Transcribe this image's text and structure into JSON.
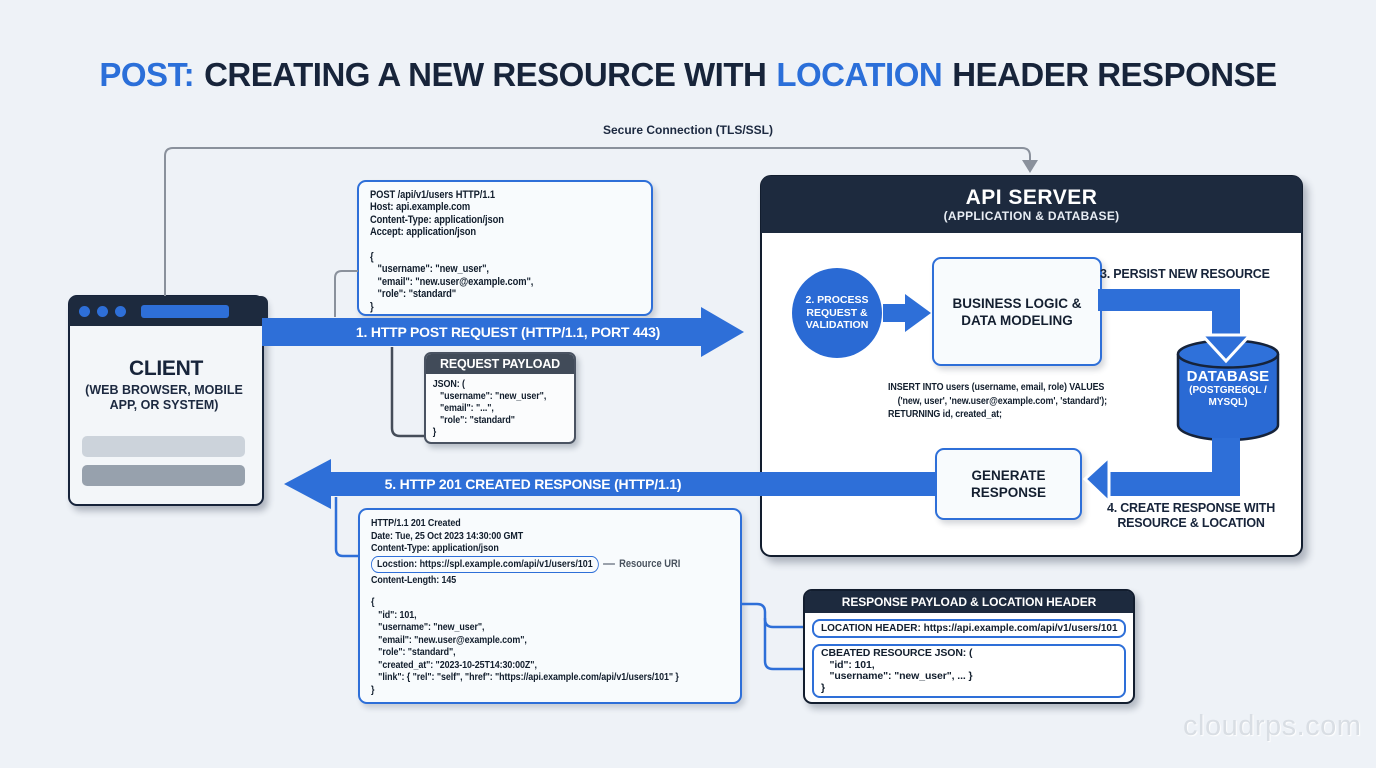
{
  "title": {
    "post": "POST:",
    "middle": "CREATING A NEW RESOURCE WITH",
    "location": "LOCATION",
    "rest": "HEADER RESPONSE"
  },
  "secure_connection": {
    "label": "Secure Connection (TLS/SSL)"
  },
  "client": {
    "title": "CLIENT",
    "subtitle": "(WEB BROWSER, MOBILE APP, OR SYSTEM)"
  },
  "http_request": {
    "code": "POST /api/v1/users HTTP/1.1\nHost: api.example.com\nContent-Type: application/json\nAccept: application/json\n\n{\n   \"username\": \"new_user\",\n   \"email\": \"new.user@example.com\",\n   \"role\": \"standard\"\n}"
  },
  "arrows": {
    "request_label": "1. HTTP POST REQUEST (HTTP/1.1, PORT 443)",
    "response_label": "5. HTTP 201 CREATED RESPONSE (HTTP/1.1)"
  },
  "request_payload": {
    "header": "REQUEST PAYLOAD",
    "code": "JSON: (\n   \"username\": \"new_user\",\n   \"email\": \"...\",\n   \"role\": \"standard\"\n}"
  },
  "api_server": {
    "title": "API SERVER",
    "subtitle": "(APPLICATION & DATABASE)",
    "process_step": "2. PROCESS REQUEST & VALIDATION",
    "business_logic": "BUSINESS LOGIC & DATA MODELING",
    "persist_step": "3. PERSIST NEW RESOURCE",
    "sql": "INSERT INTO users (username, email, role) VALUES\n    ('new, user', 'new.user@example.com', 'standard');\nRETURNING id, created_at;",
    "database_title": "DATABASE",
    "database_subtitle": "(POSTGREбQL / MYSQL)",
    "generate_response": "GENERATE RESPONSE",
    "create_step": "4. CREATE RESPONSE WITH RESOURCE & LOCATION"
  },
  "http_response": {
    "headers_top": "HTTP/1.1 201 Created\nDate: Tue, 25 Oct 2023 14:30:00 GMT\nContent-Type: application/json",
    "location_header": "Locstion: https://spl.example.com/api/v1/users/101",
    "resource_uri_label": "Resource URI",
    "content_length": "Content-Length: 145",
    "body": "{\n   \"id\": 101,\n   \"username\": \"new_user\",\n   \"email\": \"new.user@example.com\",\n   \"role\": \"standard\",\n   \"created_at\": \"2023-10-25T14:30:00Z\",\n   \"link\": { \"rel\": \"self\", \"href\": \"https://api.example.com/api/v1/users/101\" }\n}"
  },
  "response_payload": {
    "header": "RESPONSE PAYLOAD & LOCATION HEADER",
    "location_header": "LOCATION HEADER: https://api.example.com/api/v1/users/101",
    "created_json": "CBEATED RESOURCE JSON: (\n   \"id\": 101,\n   \"username\": \"new_user\", ... }\n}"
  },
  "watermark": "cloudrps.com",
  "colors": {
    "accent_blue": "#2e6fd8",
    "dark_navy": "#1d2a3e",
    "background": "#eef2f7",
    "gray_line": "#8a919c"
  }
}
